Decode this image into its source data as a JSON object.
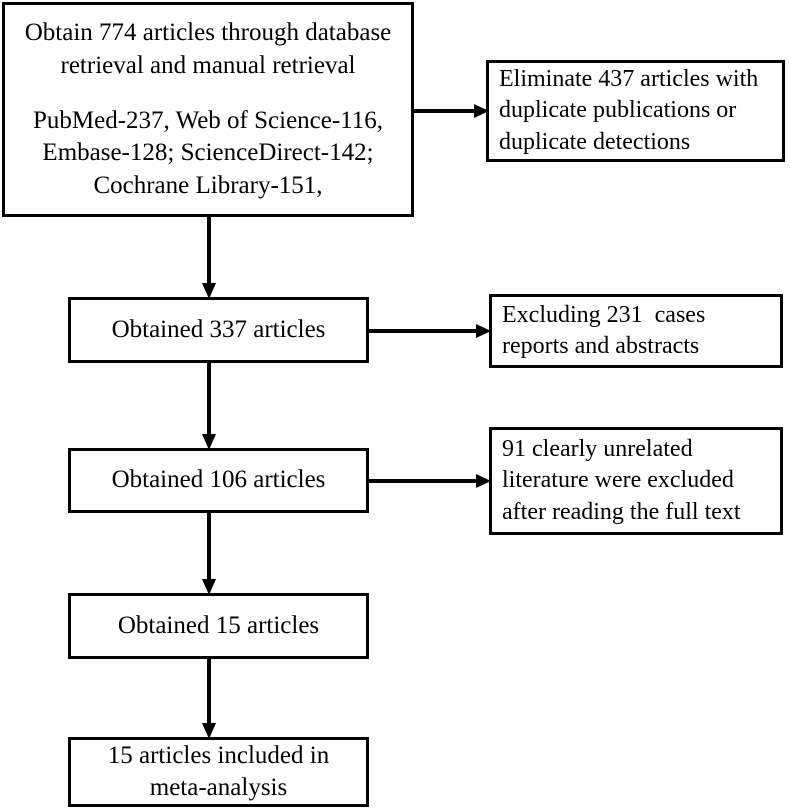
{
  "diagram": {
    "title": "PRISMA study selection flow diagram",
    "type": "flowchart",
    "colors": {
      "box_border": "#000000",
      "background": "#ffffff",
      "connector": "#000000",
      "text": "#000000"
    },
    "nodes": {
      "identification": {
        "name": "identification-box",
        "lines": [
          "Obtain 774 articles through database",
          "retrieval and manual retrieval",
          "",
          "PubMed-237, Web of Science-116,",
          "Embase-128; ScienceDirect-142;",
          "Cochrane Library-151,"
        ],
        "total_records": 774,
        "sources": [
          {
            "label": "PubMed",
            "count": 237
          },
          {
            "label": "Web of Science",
            "count": 116
          },
          {
            "label": "Embase",
            "count": 128
          },
          {
            "label": "ScienceDirect",
            "count": 142
          },
          {
            "label": "Cochrane Library",
            "count": 151
          }
        ]
      },
      "duplicates_removed": {
        "name": "duplicates-excluded-box",
        "lines": [
          "Eliminate 437 articles with",
          "duplicate publications or",
          "duplicate detections"
        ],
        "count": 437
      },
      "screened": {
        "name": "screened-box",
        "lines": [
          "Obtained 337 articles"
        ],
        "count": 337
      },
      "excluded_case_reports": {
        "name": "case-reports-excluded-box",
        "lines": [
          "Excluding 231  cases",
          "reports and abstracts"
        ],
        "count": 231
      },
      "eligible": {
        "name": "eligible-box",
        "lines": [
          "Obtained 106 articles"
        ],
        "count": 106
      },
      "excluded_unrelated": {
        "name": "unrelated-excluded-box",
        "lines": [
          "91 clearly unrelated",
          "literature were excluded",
          "after reading the full text"
        ],
        "count": 91
      },
      "obtained_final": {
        "name": "final-obtained-box",
        "lines": [
          "Obtained 15 articles"
        ],
        "count": 15
      },
      "included": {
        "name": "included-box",
        "lines": [
          "15 articles included in",
          "meta-analysis"
        ],
        "count": 15
      }
    },
    "connectors": [
      {
        "name": "identification-to-duplicates",
        "direction": "right"
      },
      {
        "name": "identification-to-screened",
        "direction": "down"
      },
      {
        "name": "screened-to-case-reports",
        "direction": "right"
      },
      {
        "name": "screened-to-eligible",
        "direction": "down"
      },
      {
        "name": "eligible-to-unrelated",
        "direction": "right"
      },
      {
        "name": "eligible-to-obtained-final",
        "direction": "down"
      },
      {
        "name": "obtained-final-to-included",
        "direction": "down"
      }
    ]
  }
}
